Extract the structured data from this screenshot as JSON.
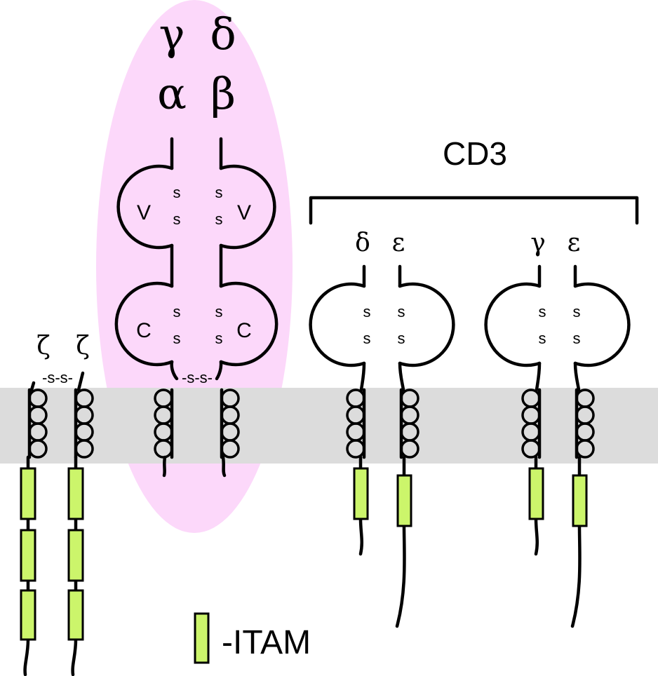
{
  "colors": {
    "tcr_ellipse": "#fcd8fa",
    "membrane": "#dcdcdc",
    "itam_fill": "#ccf56b",
    "line": "#000000"
  },
  "tcr": {
    "chain_top_row": [
      "γ",
      "δ"
    ],
    "chain_bottom_row": [
      "α",
      "β"
    ],
    "domain_v": "V",
    "domain_c": "C",
    "interchain_bond": "-s-s-"
  },
  "zeta": {
    "labels": [
      "ζ",
      "ζ"
    ],
    "interchain_bond": "-s-s-"
  },
  "cd3": {
    "title": "CD3",
    "pairs": [
      {
        "left": "δ",
        "right": "ε"
      },
      {
        "left": "γ",
        "right": "ε"
      }
    ]
  },
  "disulfide": "s",
  "legend": {
    "label": "-ITAM"
  }
}
